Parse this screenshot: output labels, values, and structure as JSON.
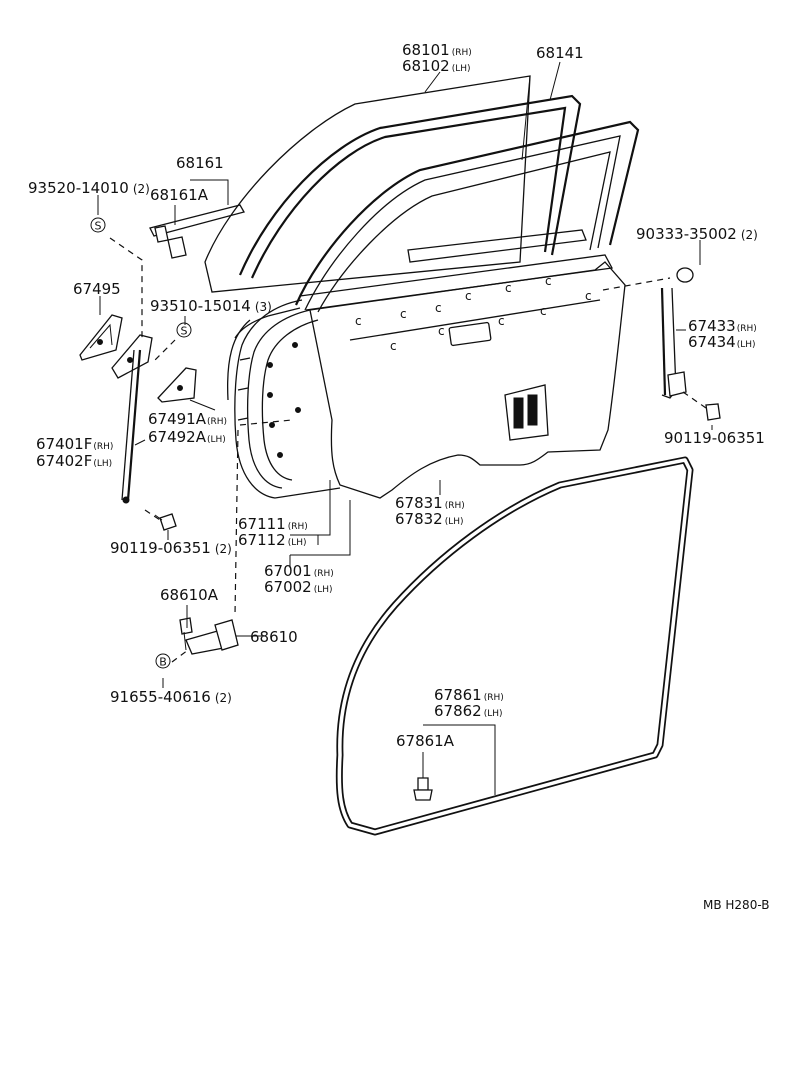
{
  "diagram": {
    "reference_code": "MB H280-B",
    "labels": [
      {
        "id": "door-glass",
        "numbers": [
          "68101",
          "68102"
        ],
        "suffixes": [
          "(RH)",
          "(LH)"
        ]
      },
      {
        "id": "glass-run",
        "numbers": [
          "68141"
        ]
      },
      {
        "id": "channel",
        "numbers": [
          "68161",
          "68161A"
        ]
      },
      {
        "id": "screw-a",
        "numbers": [
          "93520-14010"
        ],
        "qty": "(2)"
      },
      {
        "id": "bracket",
        "numbers": [
          "67495"
        ]
      },
      {
        "id": "screw-b",
        "numbers": [
          "93510-15014"
        ],
        "qty": "(3)"
      },
      {
        "id": "cover",
        "numbers": [
          "67491A",
          "67492A"
        ],
        "suffixes": [
          "(RH)",
          "(LH)"
        ]
      },
      {
        "id": "rear-guide",
        "numbers": [
          "67401F",
          "67402F"
        ],
        "suffixes": [
          "(RH)",
          "(LH)"
        ]
      },
      {
        "id": "bolt-a",
        "numbers": [
          "90119-06351"
        ],
        "qty": "(2)"
      },
      {
        "id": "weatherstrip-a",
        "numbers": [
          "67111",
          "67112"
        ],
        "suffixes": [
          "(RH)",
          "(LH)"
        ]
      },
      {
        "id": "door-panel",
        "numbers": [
          "67001",
          "67002"
        ],
        "suffixes": [
          "(RH)",
          "(LH)"
        ]
      },
      {
        "id": "trim-board",
        "numbers": [
          "67831",
          "67832"
        ],
        "suffixes": [
          "(RH)",
          "(LH)"
        ]
      },
      {
        "id": "clip",
        "numbers": [
          "90333-35002"
        ],
        "qty": "(2)"
      },
      {
        "id": "front-guide",
        "numbers": [
          "67433",
          "67434"
        ],
        "suffixes": [
          "(RH)",
          "(LH)"
        ]
      },
      {
        "id": "bolt-b",
        "numbers": [
          "90119-06351"
        ]
      },
      {
        "id": "check-pin",
        "numbers": [
          "68610A"
        ]
      },
      {
        "id": "door-check",
        "numbers": [
          "68610"
        ]
      },
      {
        "id": "check-bolt",
        "numbers": [
          "91655-40616"
        ],
        "qty": "(2)"
      },
      {
        "id": "door-weatherstrip",
        "numbers": [
          "67861",
          "67862"
        ],
        "suffixes": [
          "(RH)",
          "(LH)"
        ]
      },
      {
        "id": "weatherstrip-clip",
        "numbers": [
          "67861A"
        ]
      }
    ],
    "markers": {
      "screw_symbol": "S",
      "bolt_symbol": "B"
    }
  }
}
